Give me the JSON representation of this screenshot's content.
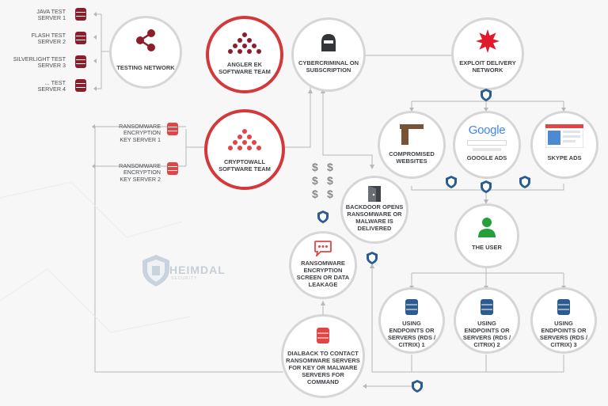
{
  "servers": [
    {
      "line1": "JAVA TEST",
      "line2": "SERVER 1"
    },
    {
      "line1": "FLASH TEST",
      "line2": "SERVER 2"
    },
    {
      "line1": "SILVERLIGHT TEST",
      "line2": "SERVER 3"
    },
    {
      "line1": "... TEST",
      "line2": "SERVER 4"
    }
  ],
  "key_servers": [
    {
      "line1": "RANSOMWARE",
      "line2": "ENCRYPTION",
      "line3": "KEY SERVER 1"
    },
    {
      "line1": "RANSOMWARE",
      "line2": "ENCRYPTION",
      "line3": "KEY SERVER 2"
    }
  ],
  "nodes": {
    "testing_network": [
      "TESTING NETWORK"
    ],
    "angler": [
      "ANGLER EK",
      "SOFTWARE TEAM"
    ],
    "cybercriminal": [
      "CYBERCRIMINAL ON",
      "SUBSCRIPTION"
    ],
    "exploit": [
      "EXPLOIT DELIVERY",
      "NETWORK"
    ],
    "cryptowall": [
      "CRYPTOWALL",
      "SOFTWARE TEAM"
    ],
    "compromised": [
      "COMPROMISED",
      "WEBSITES"
    ],
    "google_ads": [
      "GOOGLE ADS"
    ],
    "skype_ads": [
      "SKYPE ADS"
    ],
    "backdoor": [
      "BACKDOOR OPENS",
      "RANSOMWARE OR",
      "MALWARE IS",
      "DELIVERED"
    ],
    "the_user": [
      "THE USER"
    ],
    "ransom_screen": [
      "RANSOMWARE",
      "ENCRYPTION",
      "SCREEN OR DATA",
      "LEAKAGE"
    ],
    "endpoint1": [
      "USING",
      "ENDPOINTS OR",
      "SERVERS (RDS /",
      "CITRIX) 1"
    ],
    "endpoint2": [
      "USING",
      "ENDPOINTS OR",
      "SERVERS (RDS /",
      "CITRIX) 2"
    ],
    "endpoint3": [
      "USING",
      "ENDPOINTS OR",
      "SERVERS (RDS /",
      "CITRIX) 3"
    ],
    "dialback": [
      "DIALBACK TO CONTACT",
      "RANSOMWARE SERVERS",
      "FOR KEY OR MALWARE",
      "SERVERS FOR",
      "COMMAND"
    ]
  },
  "dollar_sign": "$",
  "google_word": "Google",
  "brand": {
    "name": "HEIMDAL",
    "sub": "SECURITY"
  },
  "colors": {
    "red": "#d3383a",
    "dark_red": "#8c1d2b",
    "grey": "#9a9da1",
    "green": "#23a03a",
    "blue": "#2b5b8f"
  }
}
